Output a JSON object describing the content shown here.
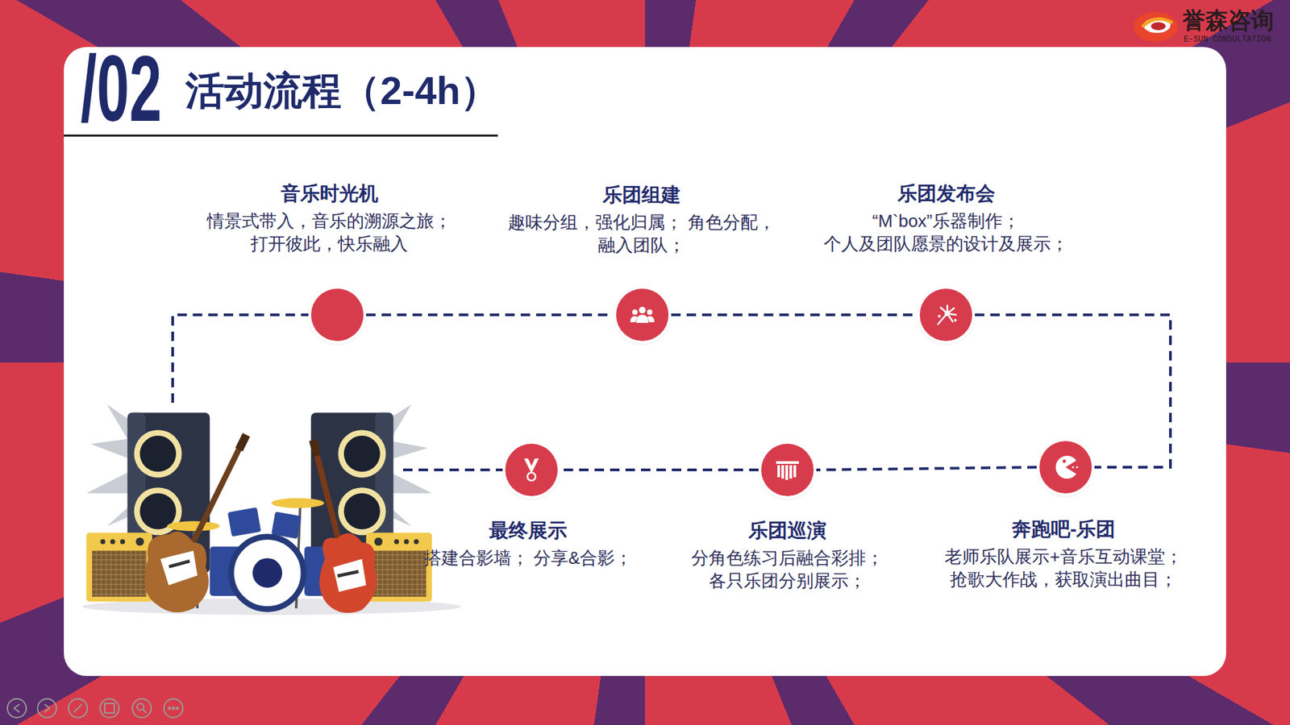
{
  "diagram": {
    "title": "活动流程（2-4h）",
    "nodes": [
      {
        "text": [
          "音乐时光机",
          "情景式带入，音乐的溯源之旅； 打开彼此，快乐融入"
        ]
      },
      {
        "text": [
          "乐团组建",
          "趣味分组，强化归属； 角色分配，融入团队；"
        ]
      },
      {
        "text": [
          "乐团发布会",
          "“M`box”乐器制作； 个人及团队愿景的设计及展示；"
        ]
      },
      {
        "text": [
          "奔跑吧-乐团",
          "老师乐队展示+音乐互动课堂； 抢歌大作战，获取演出曲目；"
        ]
      },
      {
        "text": [
          "乐团巡演",
          "分角色练习后融合彩排； 各只乐团分别展示；"
        ]
      },
      {
        "text": [
          "最终展示",
          "搭建合影墙； 分享&合影；"
        ]
      }
    ],
    "edges": [
      {
        "from": 0,
        "to": 1,
        "arrow": "none"
      },
      {
        "from": 1,
        "to": 2,
        "arrow": "none"
      },
      {
        "from": 2,
        "to": 3,
        "arrow": "none"
      },
      {
        "from": 3,
        "to": 4,
        "arrow": "none"
      },
      {
        "from": 4,
        "to": 5,
        "arrow": "none"
      }
    ],
    "labels": [
      "/02",
      "誉森咨询",
      "E-SUN CONSULTATION"
    ]
  }
}
